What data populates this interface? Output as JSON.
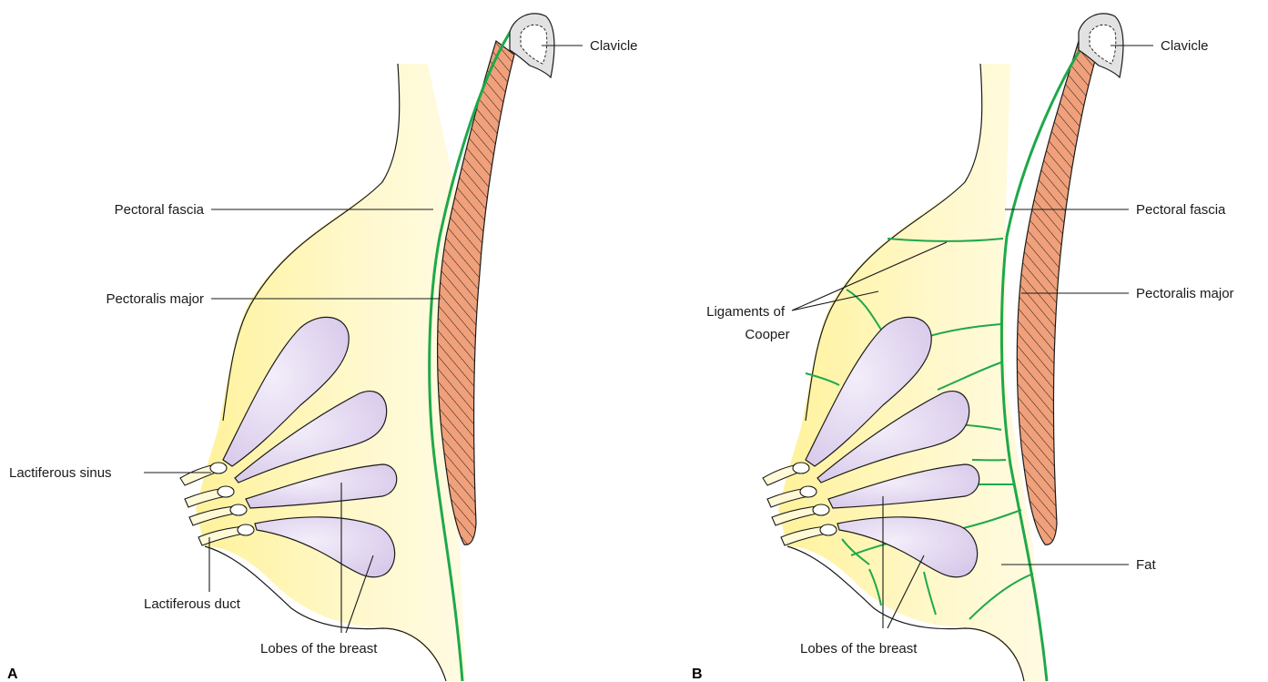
{
  "panels": {
    "a": {
      "letter": "A",
      "labels": {
        "clavicle": "Clavicle",
        "pectoral_fascia": "Pectoral fascia",
        "pectoralis_major": "Pectoralis major",
        "lactiferous_sinus": "Lactiferous sinus",
        "lactiferous_duct": "Lactiferous duct",
        "lobes": "Lobes of the breast"
      }
    },
    "b": {
      "letter": "B",
      "labels": {
        "clavicle": "Clavicle",
        "pectoral_fascia": "Pectoral fascia",
        "pectoralis_major": "Pectoralis major",
        "ligaments_line1": "Ligaments of",
        "ligaments_line2": "Cooper",
        "fat": "Fat",
        "lobes": "Lobes of the breast"
      }
    }
  },
  "colors": {
    "breast_fill": "#fff4b8",
    "fascia": "#1fa84a",
    "muscle": "#f0a07a",
    "lobe": "#e6dcf2",
    "bone": "#e2e2e2"
  }
}
